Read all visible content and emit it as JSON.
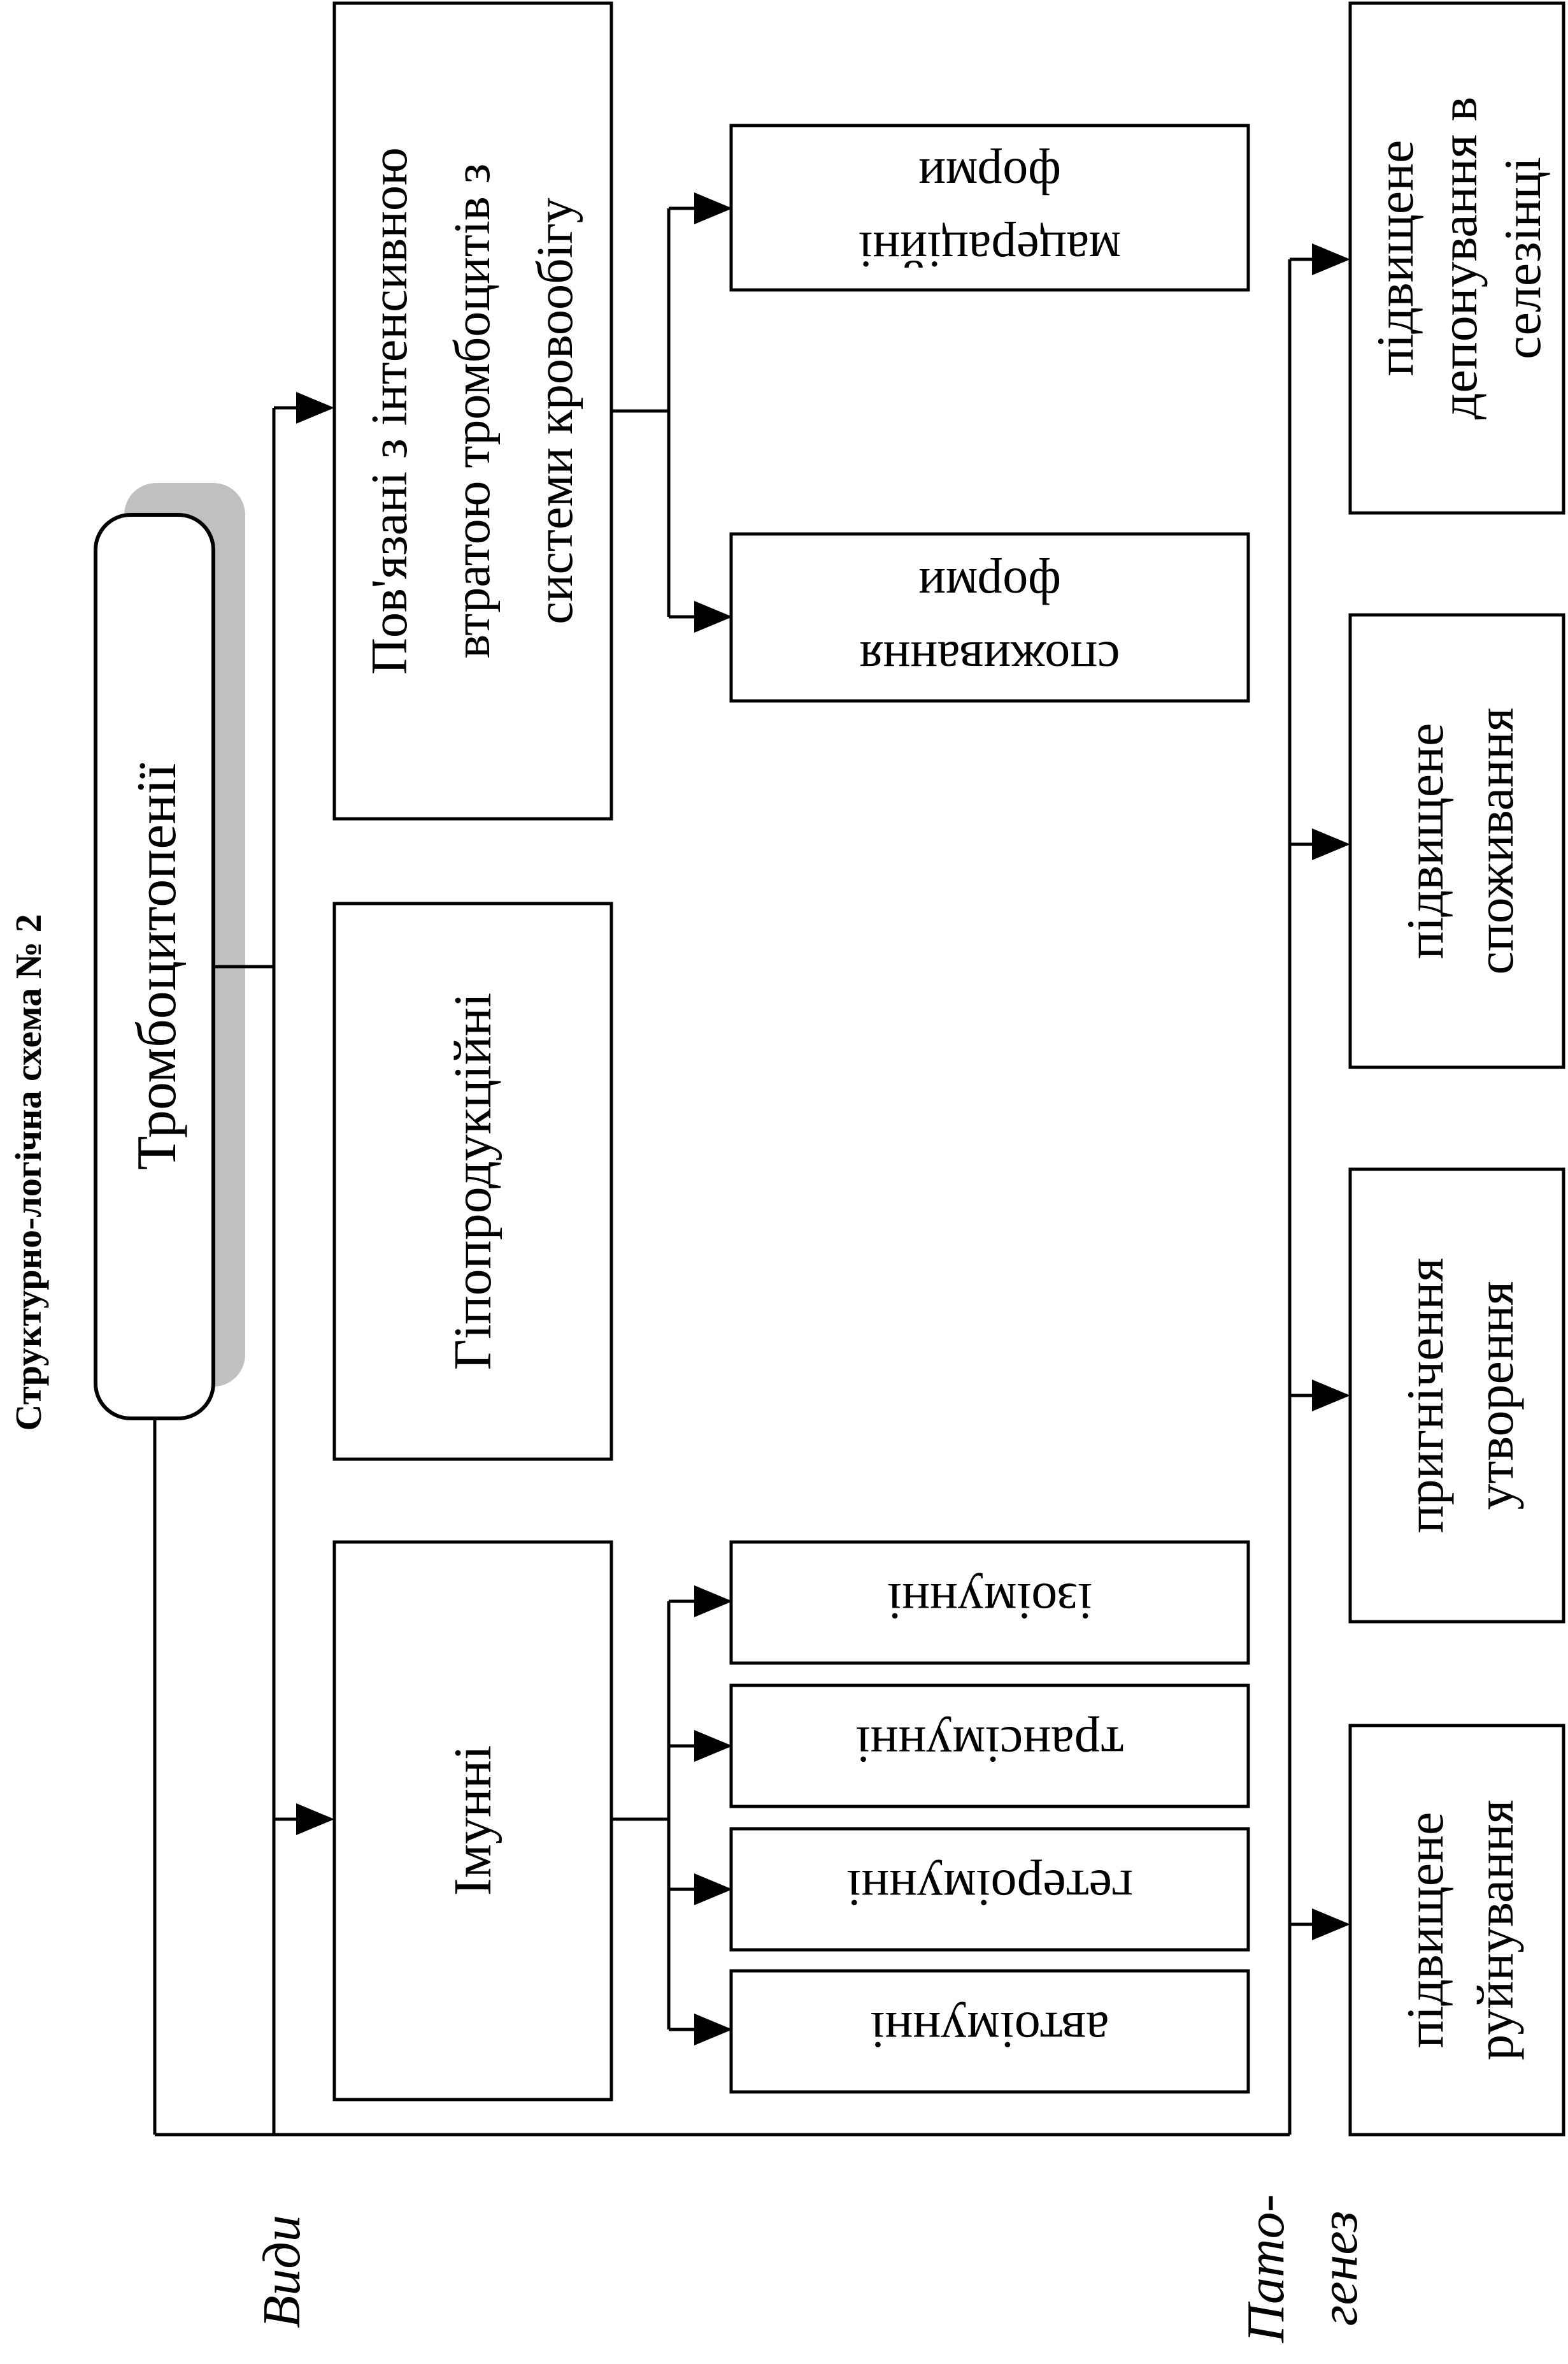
{
  "title": "Структурно-логічна схема № 2",
  "root": "Тромбоцитопенії",
  "section_labels": {
    "types": "Види",
    "pathogenesis_line1": "Пато-",
    "pathogenesis_line2": "генез"
  },
  "types": {
    "immune": {
      "label": "Імунні",
      "subtypes": [
        "ізоімунні",
        "трансімунні",
        "гетероімунні",
        "автоімунні"
      ]
    },
    "hypoproductive": {
      "label": "Гіпопродукційні"
    },
    "loss": {
      "lines": [
        "Пов'язані з інтенсивною",
        "втратою тромбоцитів з",
        "системи кровообігу"
      ],
      "subtypes": [
        {
          "lines": [
            "мацераційні",
            "форми"
          ]
        },
        {
          "lines": [
            "споживання",
            "форми"
          ]
        }
      ]
    }
  },
  "pathogenesis": [
    {
      "lines": [
        "підвищене",
        "депонування в",
        "селезінці"
      ]
    },
    {
      "lines": [
        "підвищене",
        "споживання"
      ]
    },
    {
      "lines": [
        "пригнічення",
        "утворення"
      ]
    },
    {
      "lines": [
        "підвищене",
        "руйнування"
      ]
    }
  ],
  "colors": {
    "line": "#000000",
    "shadow": "#c0c0c0",
    "background": "#ffffff"
  }
}
